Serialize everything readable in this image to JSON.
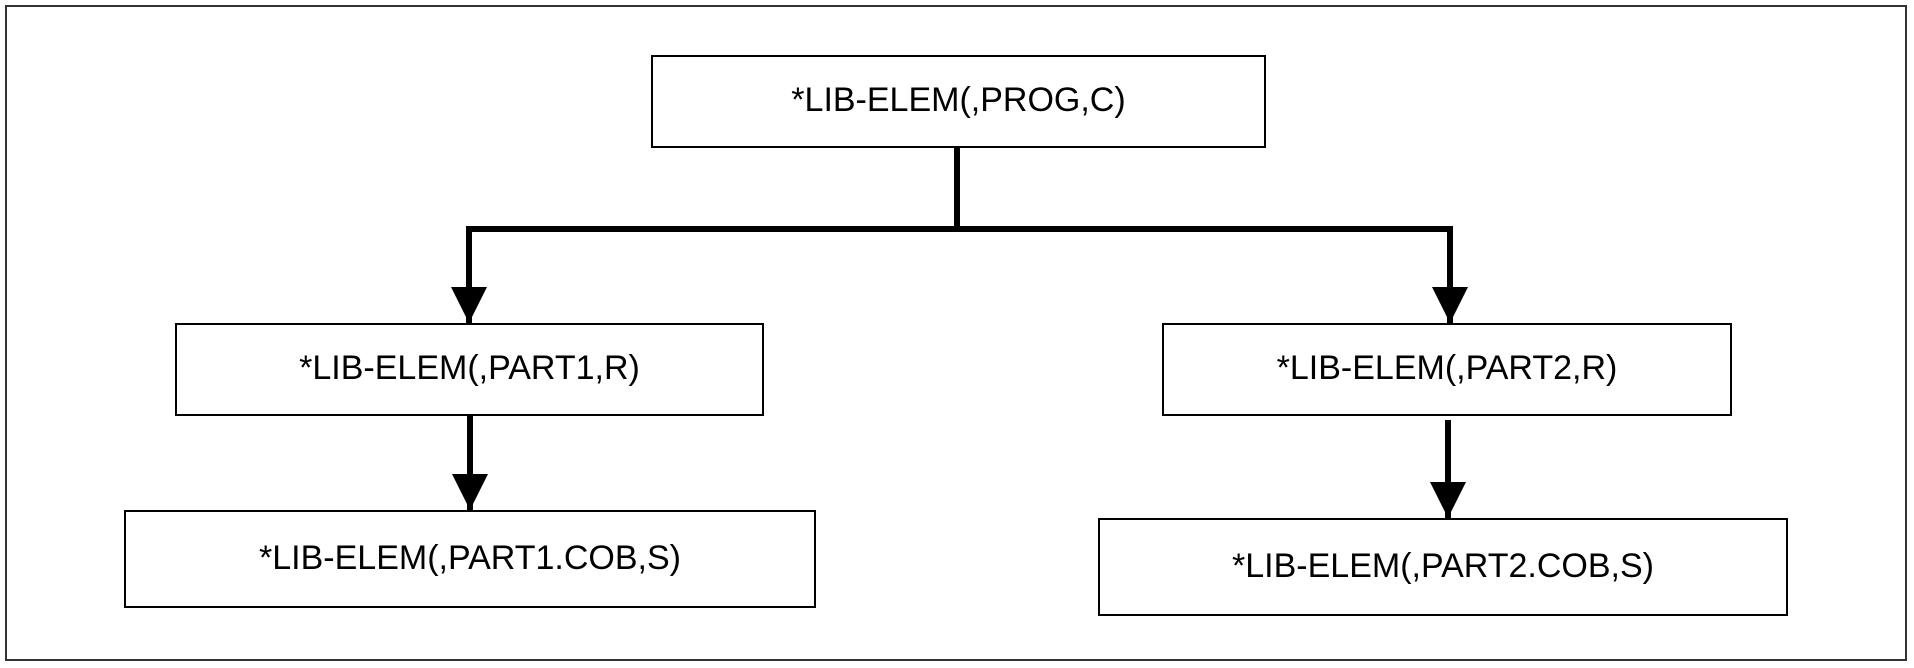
{
  "diagram": {
    "nodes": {
      "root": "*LIB-ELEM(,PROG,C)",
      "part1": "*LIB-ELEM(,PART1,R)",
      "part2": "*LIB-ELEM(,PART2,R)",
      "part1_cob": "*LIB-ELEM(,PART1.COB,S)",
      "part2_cob": "*LIB-ELEM(,PART2.COB,S)"
    },
    "edges": [
      {
        "from": "root",
        "to": "part1"
      },
      {
        "from": "root",
        "to": "part2"
      },
      {
        "from": "part1",
        "to": "part1_cob"
      },
      {
        "from": "part2",
        "to": "part2_cob"
      }
    ],
    "colors": {
      "stroke": "#000000",
      "frame": "#333333",
      "background": "#ffffff"
    }
  }
}
